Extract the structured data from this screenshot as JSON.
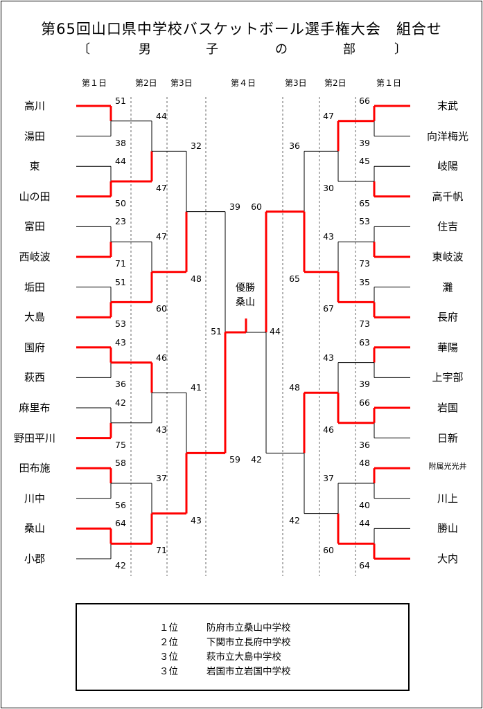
{
  "title": "第65回山口県中学校バスケットボール選手権大会　組合せ",
  "section": {
    "open": "〔",
    "chars": [
      "男",
      "子",
      "の",
      "部"
    ],
    "close": "〕"
  },
  "rounds": {
    "left": [
      "第１日",
      "第2日",
      "第3日"
    ],
    "center": "第４日",
    "right": [
      "第3日",
      "第2日",
      "第１日"
    ]
  },
  "teams_left": [
    "高川",
    "湯田",
    "東",
    "山の田",
    "富田",
    "西岐波",
    "垢田",
    "大島",
    "国府",
    "萩西",
    "麻里布",
    "野田平川",
    "田布施",
    "川中",
    "桑山",
    "小郡"
  ],
  "teams_right": [
    "末武",
    "向洋梅光",
    "岐陽",
    "高千帆",
    "住吉",
    "東岐波",
    "灘",
    "長府",
    "華陽",
    "上宇部",
    "岩国",
    "日新",
    "附属光光井",
    "川上",
    "勝山",
    "大内"
  ],
  "left_scores": {
    "r1": [
      "51",
      "38",
      "44",
      "50",
      "23",
      "71",
      "51",
      "53",
      "43",
      "36",
      "42",
      "75",
      "58",
      "56",
      "64",
      "42"
    ],
    "r2": [
      "44",
      "47",
      "47",
      "60",
      "46",
      "43",
      "37",
      "71"
    ],
    "r3": [
      "32",
      "48",
      "41",
      "43"
    ],
    "r4": [
      "39",
      "59"
    ]
  },
  "right_scores": {
    "r1": [
      "66",
      "39",
      "45",
      "65",
      "53",
      "73",
      "35",
      "73",
      "63",
      "39",
      "66",
      "36",
      "48",
      "40",
      "44",
      "64"
    ],
    "r2": [
      "47",
      "30",
      "43",
      "67",
      "43",
      "46",
      "37",
      "60"
    ],
    "r3": [
      "36",
      "65",
      "48",
      "42"
    ],
    "r4": [
      "60",
      "42"
    ]
  },
  "final": {
    "left": "51",
    "right": "44"
  },
  "champion": {
    "label_1": "優勝",
    "label_2": "桑山"
  },
  "results": [
    {
      "rank": "１位",
      "school": "防府市立桑山中学校"
    },
    {
      "rank": "２位",
      "school": "下関市立長府中学校"
    },
    {
      "rank": "３位",
      "school": "萩市立大島中学校"
    },
    {
      "rank": "３位",
      "school": "岩国市立岩国中学校"
    }
  ],
  "colors": {
    "winner": "#ff0000",
    "line": "#000000",
    "divider": "#666666"
  }
}
